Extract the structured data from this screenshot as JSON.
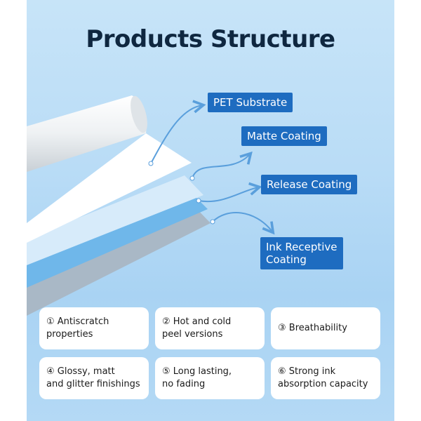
{
  "title": "Products Structure",
  "layers": [
    {
      "label": "PET Substrate"
    },
    {
      "label": "Matte Coating"
    },
    {
      "label": "Release Coating"
    },
    {
      "label": "Ink Receptive\nCoating"
    }
  ],
  "features": [
    {
      "text": "① Antiscratch\nproperties"
    },
    {
      "text": "② Hot and cold\npeel versions"
    },
    {
      "text": "③ Breathability"
    },
    {
      "text": "④ Glossy, matt\nand glitter finishings"
    },
    {
      "text": "⑤ Long lasting,\nno fading"
    },
    {
      "text": "⑥ Strong ink\nabsorption capacity"
    }
  ],
  "colors": {
    "label_bg": "#1e6cc0",
    "arrow": "#5a9fdc",
    "title": "#0f2740"
  }
}
